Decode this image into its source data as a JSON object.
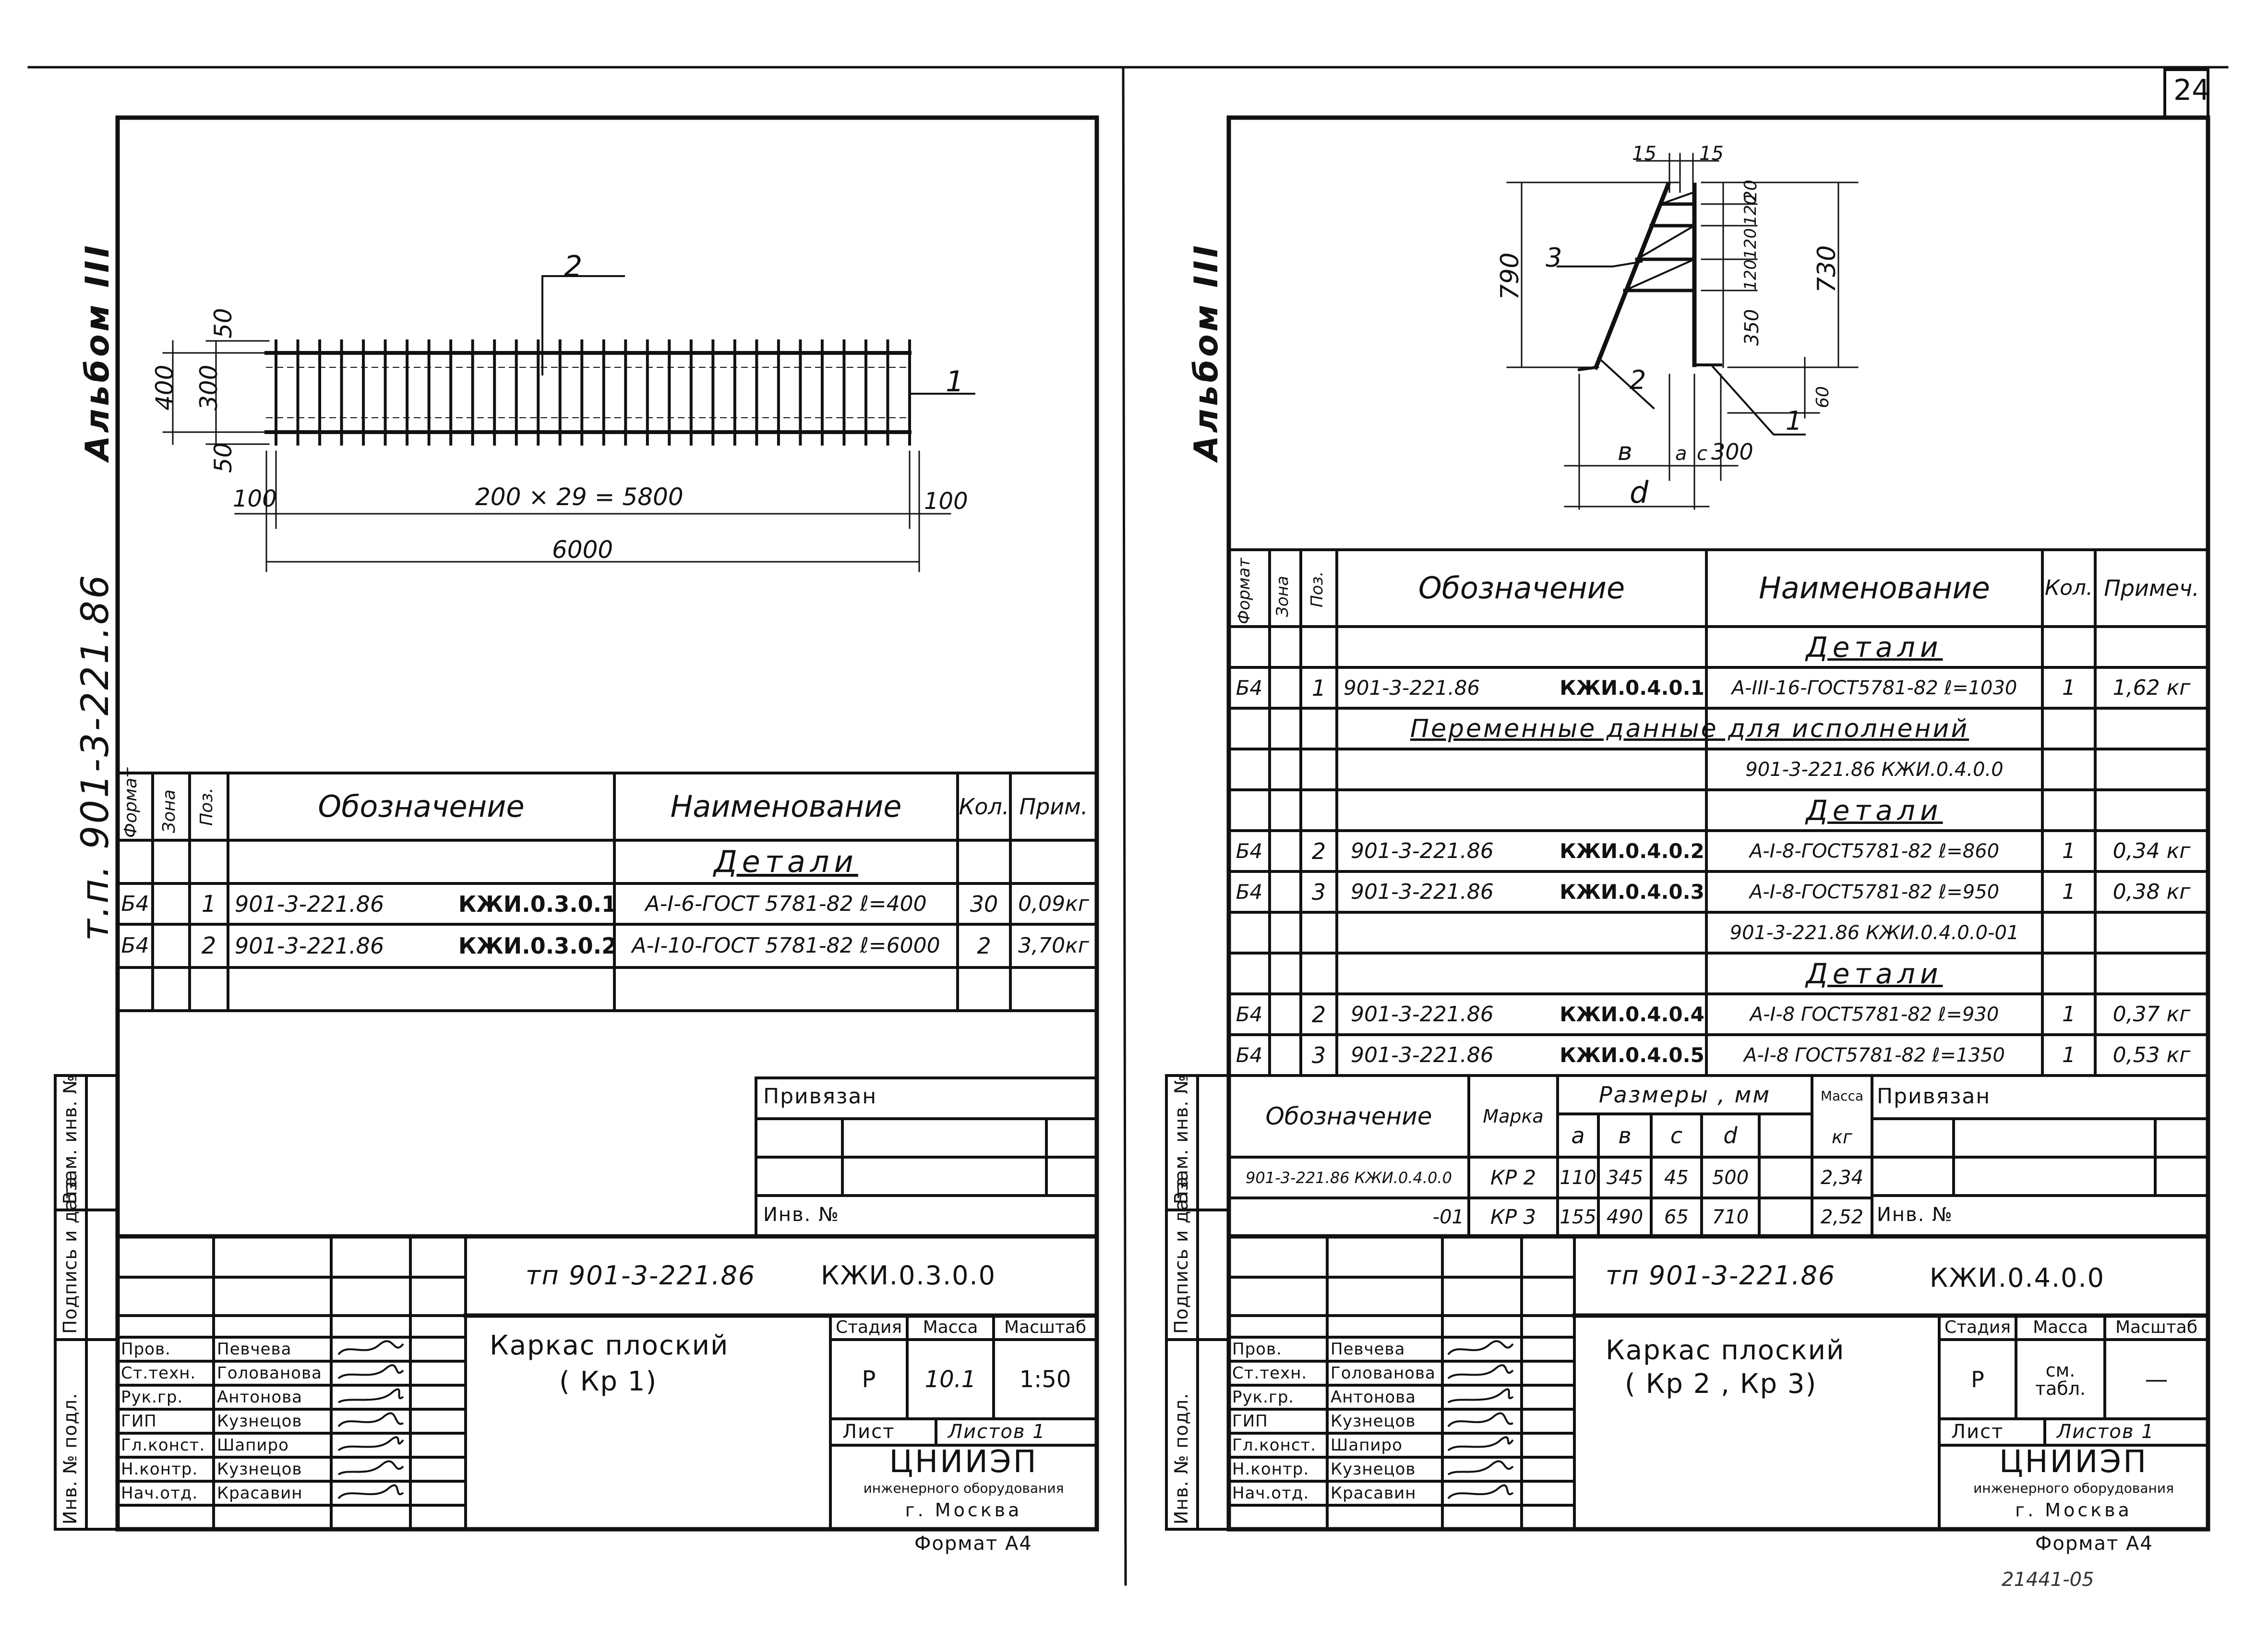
{
  "page_number": "24",
  "bottom_note": "21441-05",
  "left_sheet": {
    "album": "Альбом III",
    "project_vertical": "т.п. 901-3-221.86",
    "side_labels": [
      "Инв. № подл.",
      "Подпись и дата",
      "Взам. инв. №"
    ],
    "drawing": {
      "pos_top": "2",
      "pos_right": "1",
      "dim_height_total": "400",
      "dim_mid": "300",
      "dim_top": "50",
      "dim_bottom": "50",
      "dim_left": "100",
      "dim_right": "100",
      "dim_spacing": "200 × 29 = 5800",
      "dim_total": "6000"
    },
    "spec": {
      "headers": {
        "format": "Формат",
        "zone": "Зона",
        "pos": "Поз.",
        "designation": "Обозначение",
        "name": "Наименование",
        "qty": "Кол.",
        "note": "Прим."
      },
      "section": "Детали",
      "rows": [
        {
          "format": "Б4",
          "pos": "1",
          "doc": "901-3-221.86",
          "code": "КЖИ.0.3.0.1",
          "name": "А-I-6-ГОСТ 5781-82  ℓ=400",
          "qty": "30",
          "note": "0,09кг"
        },
        {
          "format": "Б4",
          "pos": "2",
          "doc": "901-3-221.86",
          "code": "КЖИ.0.3.0.2",
          "name": "А-I-10-ГОСТ 5781-82  ℓ=6000",
          "qty": "2",
          "note": "3,70кг"
        }
      ]
    },
    "privyazan": "Привязан",
    "inv_no": "Инв. №",
    "title_block": {
      "project": "тп 901-3-221.86",
      "code": "КЖИ.0.3.0.0",
      "title_line1": "Каркас   плоский",
      "title_line2": "( Кр 1)",
      "stage_label": "Стадия",
      "mass_label": "Масса",
      "scale_label": "Масштаб",
      "stage": "Р",
      "mass": "10.1",
      "scale": "1:50",
      "sheet_label": "Лист",
      "sheets_label": "Листов 1",
      "org": "ЦНИИЭП",
      "org_sub": "инженерного оборудования",
      "city": "г. Москва",
      "format_note": "Формат А4",
      "people": [
        {
          "role": "Пров.",
          "name": "Певчева"
        },
        {
          "role": "Ст.техн.",
          "name": "Голованова"
        },
        {
          "role": "Рук.гр.",
          "name": "Антонова"
        },
        {
          "role": "ГИП",
          "name": "Кузнецов"
        },
        {
          "role": "Гл.конст.",
          "name": "Шапиро"
        },
        {
          "role": "Н.контр.",
          "name": "Кузнецов"
        },
        {
          "role": "Нач.отд.",
          "name": "Красавин"
        }
      ]
    }
  },
  "right_sheet": {
    "album": "Альбом III",
    "side_labels": [
      "Инв. № подл.",
      "Подпись и дата",
      "Взам. инв. №"
    ],
    "drawing": {
      "dim_15a": "15",
      "dim_15b": "15",
      "dim_790": "790",
      "dim_730": "730",
      "dim_20a": "20",
      "dim_120a": "120",
      "dim_120b": "120",
      "dim_120c": "120",
      "dim_350": "350",
      "dim_60": "60",
      "pos_3": "3",
      "pos_2": "2",
      "pos_1": "1",
      "dim_b": "в",
      "dim_a": "а",
      "dim_c": "с",
      "dim_300": "300",
      "dim_d": "d"
    },
    "spec": {
      "headers": {
        "format": "Формат",
        "zone": "Зона",
        "pos": "Поз.",
        "designation": "Обозначение",
        "name": "Наименование",
        "qty": "Кол.",
        "note": "Примеч."
      },
      "section1": "Детали",
      "row1": {
        "format": "Б4",
        "pos": "1",
        "doc": "901-3-221.86",
        "code": "КЖИ.0.4.0.1",
        "name": "А-III-16-ГОСТ5781-82 ℓ=1030",
        "qty": "1",
        "note": "1,62 кг"
      },
      "variable_data": "Переменные  данные  для  исполнений",
      "variant1": "901-3-221.86   КЖИ.0.4.0.0",
      "section2": "Детали",
      "rows2": [
        {
          "format": "Б4",
          "pos": "2",
          "doc": "901-3-221.86",
          "code": "КЖИ.0.4.0.2",
          "name": "А-I-8-ГОСТ5781-82 ℓ=860",
          "qty": "1",
          "note": "0,34 кг"
        },
        {
          "format": "Б4",
          "pos": "3",
          "doc": "901-3-221.86",
          "code": "КЖИ.0.4.0.3",
          "name": "А-I-8-ГОСТ5781-82 ℓ=950",
          "qty": "1",
          "note": "0,38 кг"
        }
      ],
      "variant2": "901-3-221.86  КЖИ.0.4.0.0-01",
      "section3": "Детали",
      "rows3": [
        {
          "format": "Б4",
          "pos": "2",
          "doc": "901-3-221.86",
          "code": "КЖИ.0.4.0.4",
          "name": "А-I-8 ГОСТ5781-82 ℓ=930",
          "qty": "1",
          "note": "0,37 кг"
        },
        {
          "format": "Б4",
          "pos": "3",
          "doc": "901-3-221.86",
          "code": "КЖИ.0.4.0.5",
          "name": "А-I-8 ГОСТ5781-82 ℓ=1350",
          "qty": "1",
          "note": "0,53 кг"
        }
      ]
    },
    "sizes_table": {
      "designation": "Обозначение",
      "mark": "Марка",
      "sizes": "Размеры ,  мм",
      "mass": "Масса",
      "mass_unit": "кг",
      "cols": [
        "а",
        "в",
        "с",
        "d"
      ],
      "rows": [
        {
          "designation": "901-3-221.86 КЖИ.0.4.0.0",
          "mark": "КР 2",
          "a": "110",
          "b": "345",
          "c": "45",
          "d": "500",
          "mass": "2,34"
        },
        {
          "designation": "-01",
          "mark": "КР 3",
          "a": "155",
          "b": "490",
          "c": "65",
          "d": "710",
          "mass": "2,52"
        }
      ]
    },
    "privyazan": "Привязан",
    "inv_no": "Инв. №",
    "title_block": {
      "project": "тп 901-3-221.86",
      "code": "КЖИ.0.4.0.0",
      "title_line1": "Каркас   плоский",
      "title_line2": "( Кр 2 ,  Кр 3)",
      "stage_label": "Стадия",
      "mass_label": "Масса",
      "scale_label": "Масштаб",
      "stage": "Р",
      "mass": "см. табл.",
      "scale": "—",
      "sheet_label": "Лист",
      "sheets_label": "Листов 1",
      "org": "ЦНИИЭП",
      "org_sub": "инженерного оборудования",
      "city": "г. Москва",
      "format_note": "Формат А4",
      "people": [
        {
          "role": "Пров.",
          "name": "Певчева"
        },
        {
          "role": "Ст.техн.",
          "name": "Голованова"
        },
        {
          "role": "Рук.гр.",
          "name": "Антонова"
        },
        {
          "role": "ГИП",
          "name": "Кузнецов"
        },
        {
          "role": "Гл.конст.",
          "name": "Шапиро"
        },
        {
          "role": "Н.контр.",
          "name": "Кузнецов"
        },
        {
          "role": "Нач.отд.",
          "name": "Красавин"
        }
      ]
    }
  }
}
